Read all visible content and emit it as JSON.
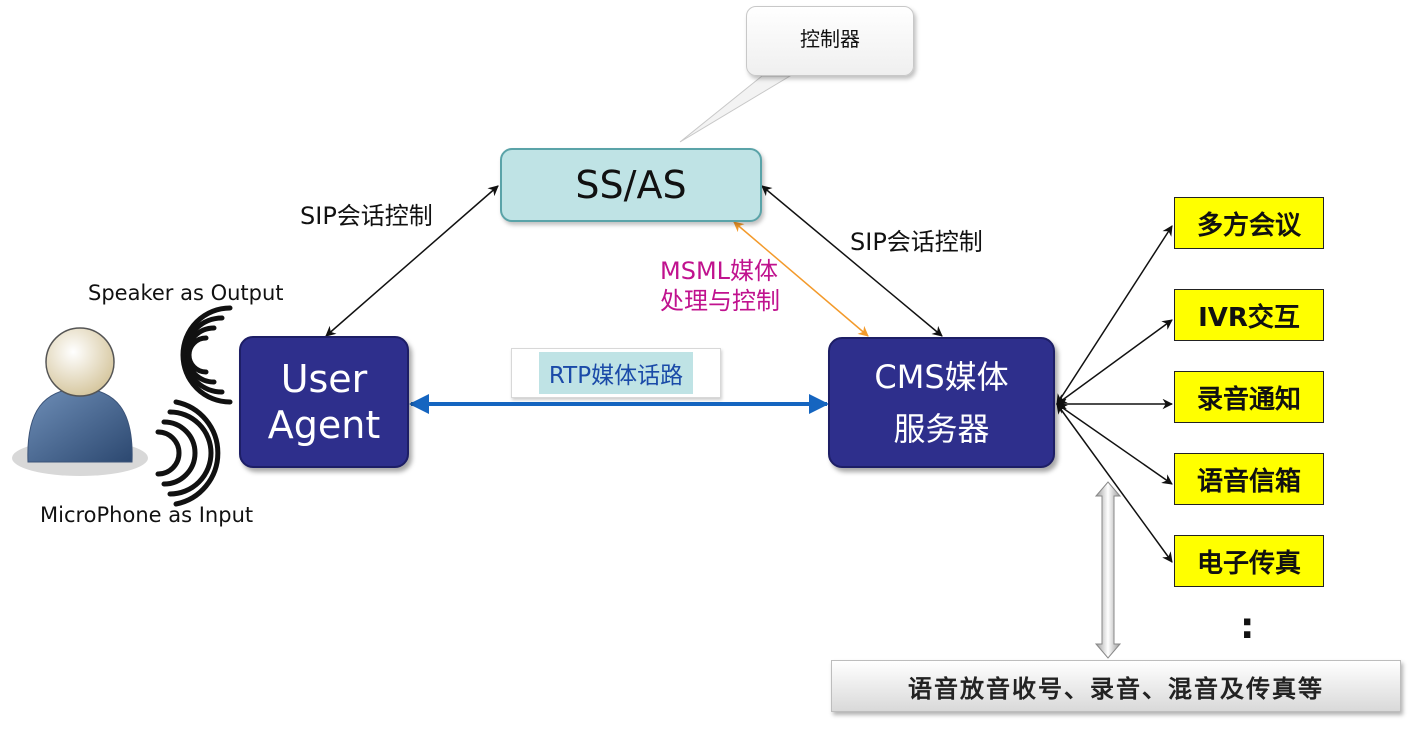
{
  "callout": {
    "text": "控制器"
  },
  "ssas": {
    "label": "SS/AS"
  },
  "user_agent": {
    "line1": "User",
    "line2": "Agent"
  },
  "cms": {
    "line1": "CMS媒体",
    "line2": "服务器"
  },
  "sip_left": "SIP会话控制",
  "sip_right": "SIP会话控制",
  "msml": {
    "line1": "MSML媒体",
    "line2": "处理与控制"
  },
  "rtp": "RTP媒体话路",
  "speaker_label": "Speaker as Output",
  "mic_label": "MicroPhone as Input",
  "features": [
    "多方会议",
    "IVR交互",
    "录音通知",
    "语音信箱",
    "电子传真"
  ],
  "ellipsis": ":",
  "bottom_bar": "语音放音收号、录音、混音及传真等",
  "colors": {
    "ssas_fill": "#bfe3e5",
    "agent_fill": "#2e2f8c",
    "feature_fill": "#ffff00",
    "msml_text": "#c0128e",
    "rtp_arrow": "#1565c0",
    "msml_arrow": "#f39a2b"
  }
}
